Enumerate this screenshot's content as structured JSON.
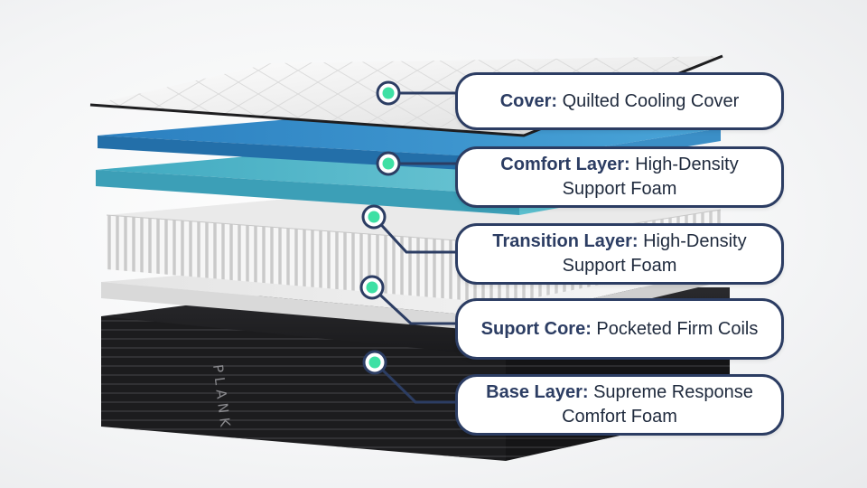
{
  "brand": {
    "logo_text": "PLANK"
  },
  "layers": [
    {
      "title": "Cover:",
      "desc": "Quilted Cooling Cover"
    },
    {
      "title": "Comfort Layer:",
      "desc": "High-Density Support Foam"
    },
    {
      "title": "Transition Layer:",
      "desc": "High-Density Support Foam"
    },
    {
      "title": "Suport Core:",
      "desc": "Pocketed Firm Coils"
    },
    {
      "title": "Base Layer:",
      "desc": "Supreme Response Comfort Foam"
    }
  ],
  "colors": {
    "accent_dot": "#3ee0a4",
    "connector": "#2c3d63",
    "cover": "#f2f2f2",
    "comfort_foam": "#2f86c6",
    "transition_foam": "#49b3c6",
    "support_slab": "#eeeeee",
    "base": "#1b1b1d"
  }
}
